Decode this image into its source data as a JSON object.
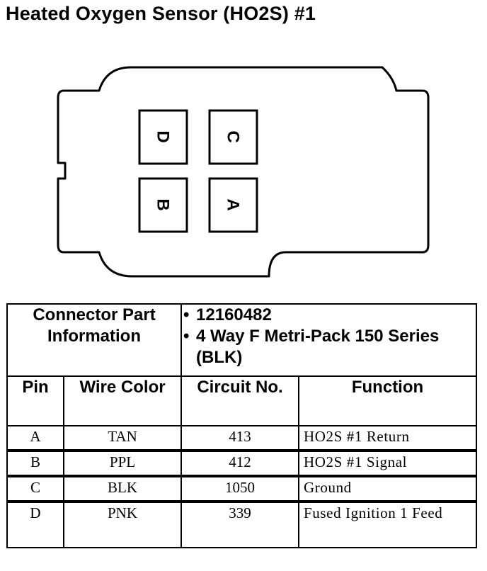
{
  "title": "Heated Oxygen Sensor (HO2S) #1",
  "connector": {
    "pins": [
      "D",
      "C",
      "B",
      "A"
    ]
  },
  "part_info": {
    "label": "Connector Part Information",
    "items": [
      "12160482",
      "4 Way F Metri-Pack 150 Series (BLK)"
    ]
  },
  "table": {
    "headers": {
      "pin": "Pin",
      "wire_color": "Wire Color",
      "circuit": "Circuit No.",
      "function": "Function"
    },
    "rows": [
      {
        "pin": "A",
        "wire_color": "TAN",
        "circuit": "413",
        "function": "HO2S #1 Return"
      },
      {
        "pin": "B",
        "wire_color": "PPL",
        "circuit": "412",
        "function": "HO2S #1 Signal"
      },
      {
        "pin": "C",
        "wire_color": "BLK",
        "circuit": "1050",
        "function": "Ground"
      },
      {
        "pin": "D",
        "wire_color": "PNK",
        "circuit": "339",
        "function": "Fused Ignition 1 Feed"
      }
    ]
  }
}
